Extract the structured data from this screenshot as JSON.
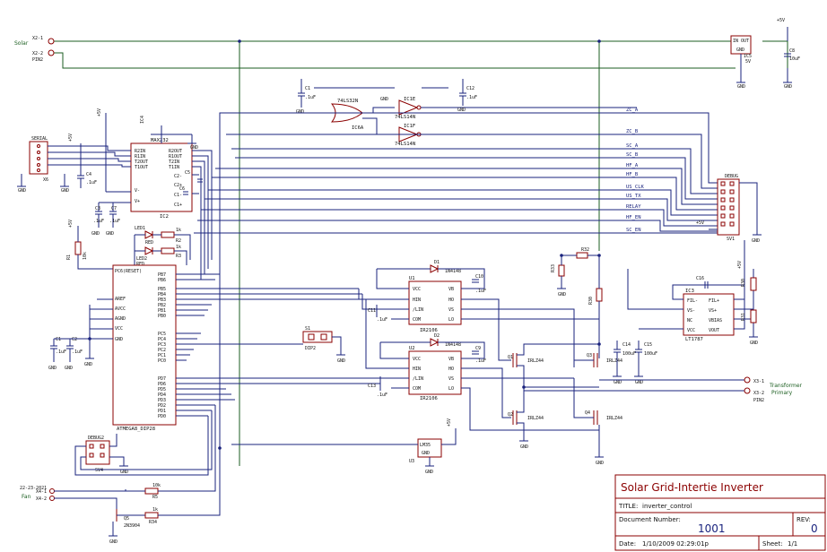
{
  "title_block": {
    "project": "Solar Grid-Intertie Inverter",
    "title_label": "TITLE:",
    "title": "inverter_control",
    "docnum_label": "Document Number:",
    "docnum": "1001",
    "rev_label": "REV:",
    "rev": "0",
    "date_label": "Date:",
    "date": "1/10/2009 02:29:01p",
    "sheet_label": "Sheet:",
    "sheet": "1/1"
  },
  "nets": {
    "solar": "Solar",
    "fan": "Fan",
    "transformer": "Transformer",
    "primary": "Primary",
    "x2_1": "X2-1",
    "x2_2": "X2-2",
    "pin2a": "PIN2",
    "x4_1": "X4-1",
    "x4_2": "X4-2",
    "x4_date": "22-23-2021",
    "x3_1": "X3-1",
    "x3_2": "X3-2",
    "pin2b": "PIN2",
    "zc_a": "ZC_A",
    "zc_b": "ZC_B",
    "sc_a": "SC_A",
    "sc_b": "SC_B",
    "hf_a": "HF_A",
    "hf_b": "HF_B",
    "us_clk": "US_CLK",
    "us_tx": "US_TX",
    "relay": "RELAY",
    "hf_en": "HF_EN",
    "sc_en": "SC_EN"
  },
  "parts": {
    "ic5": "IC5",
    "ic5_val": "5V",
    "ic5_in": "IN",
    "ic5_out": "OUT",
    "ic5_gnd": "GND",
    "c8": "C8",
    "c8_val": "10uF",
    "ic2": "IC2",
    "ic2_val": "MAX232",
    "ic2_pins_l": [
      "R2IN",
      "R1IN",
      "T2OUT",
      "T1OUT",
      "",
      "V-",
      "V+"
    ],
    "ic2_pins_r": [
      "R2OUT",
      "R1OUT",
      "T2IN",
      "T1IN",
      "C2-",
      "C2+",
      "C1-",
      "C1+"
    ],
    "x6": "X6",
    "x6_val": "SERIAL",
    "ic6a": "IC6A",
    "ic6a_val": "74LS32N",
    "ic1e": "IC1E",
    "ic1e_val": "74LS14N",
    "ic1f": "IC1F",
    "ic1f_val": "74LS14N",
    "c10": "C10",
    "c12": "C12",
    "c9": "C9",
    "c11": "C11",
    "c13": "C13",
    "u1": "U1",
    "u1_val": "IR2106",
    "u2": "U2",
    "u2_val": "IR2106",
    "ir_pins_l": [
      "VCC",
      "HIN",
      "/LIN",
      "COM"
    ],
    "ir_pins_r": [
      "VB",
      "HO",
      "VS",
      "LO"
    ],
    "d1": "D1",
    "d1_val": "1N4148",
    "d2": "D2",
    "d2_val": "1N4148",
    "ic4": "IC4",
    "ic4_val": "ATMEGA8_DIP28",
    "ic4_pins_l": [
      "PC6(RESET)",
      "",
      "AREF",
      "AVCC",
      "AGND",
      "VCC",
      "GND"
    ],
    "ic4_pins_r": [
      "PB7",
      "PB6",
      "PB5",
      "PB4",
      "PB3",
      "PB2",
      "PB1",
      "PB0",
      "PC5",
      "PC4",
      "PC3",
      "PC2",
      "PC1",
      "PC0",
      "PD7",
      "PD6",
      "PD5",
      "PD4",
      "PD3",
      "PD2",
      "PD1",
      "PD0"
    ],
    "ic3": "IC3",
    "ic3_val": "LT1787",
    "ic3_pins_l": [
      "FIL-",
      "VS-",
      "NC",
      "VCC"
    ],
    "ic3_pins_r": [
      "FIL+",
      "VS+",
      "VBIAS",
      "VOUT"
    ],
    "q1": "Q1",
    "q2": "Q2",
    "q3": "Q3",
    "q4": "Q4",
    "q_val": "IRLZ44",
    "q5": "Q5",
    "q5_val": "2N3904",
    "u3": "U3",
    "u3_val": "LM35",
    "sv1": "SV1",
    "sv1_val": "DEBUG",
    "sv4": "SV4",
    "sv4_val": "DEBUG2",
    "s1": "S1",
    "dip2": "DIP2",
    "led1": "LED1",
    "led2": "LED2",
    "led_val": "RED",
    "r1": "R1",
    "r2": "R2",
    "r3": "R3",
    "r4": "R4",
    "r5": "R5",
    "r30": "R30",
    "r31": "R31",
    "r32": "R32",
    "r33": "R33",
    "r34": "R34",
    "c1": "C1",
    "c2": "C2",
    "c3": "C3",
    "c4": "C4",
    "c5": "C5",
    "c6": "C6",
    "c7": "C7",
    "c14": "C14",
    "c14_val": "100uF",
    "c15": "C15",
    "c15_val": "100uF",
    "c16": "C16",
    "cap_small": ".1uF",
    "r_small": "1k",
    "r_10k": "10k",
    "r_1k": "1k",
    "gnd": "GND",
    "vcc": "+5V"
  }
}
